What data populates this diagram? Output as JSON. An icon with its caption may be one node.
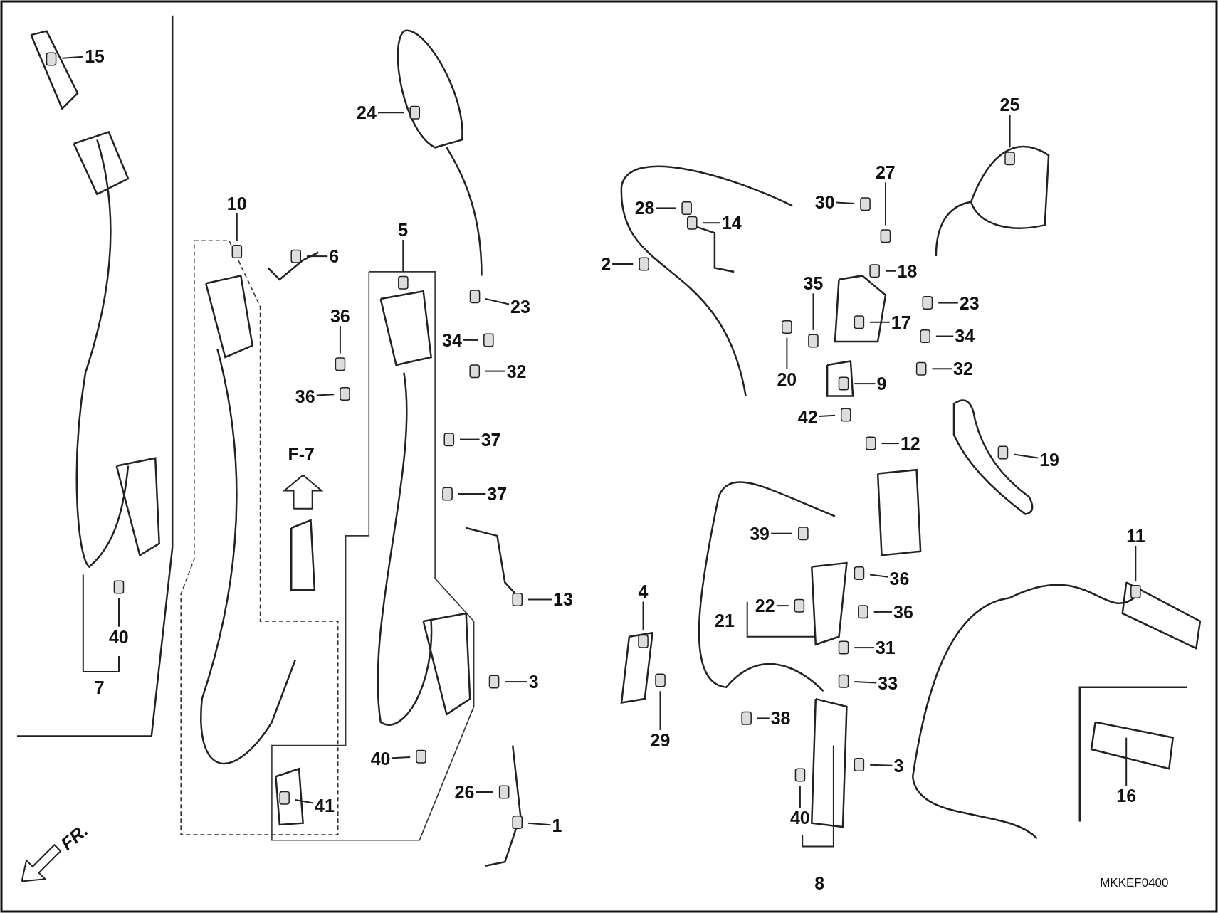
{
  "diagram": {
    "nodes": [
      {
        "text": [
          "15"
        ]
      },
      {
        "text": [
          "24"
        ]
      },
      {
        "text": [
          "25"
        ]
      },
      {
        "text": [
          "27"
        ]
      },
      {
        "text": [
          "30"
        ]
      },
      {
        "text": [
          "28"
        ]
      },
      {
        "text": [
          "14"
        ]
      },
      {
        "text": [
          "10"
        ]
      },
      {
        "text": [
          "5"
        ]
      },
      {
        "text": [
          "6"
        ]
      },
      {
        "text": [
          "2"
        ]
      },
      {
        "text": [
          "18"
        ]
      },
      {
        "text": [
          "35"
        ]
      },
      {
        "text": [
          "23"
        ]
      },
      {
        "text": [
          "23"
        ]
      },
      {
        "text": [
          "36"
        ]
      },
      {
        "text": [
          "17"
        ]
      },
      {
        "text": [
          "34"
        ]
      },
      {
        "text": [
          "34"
        ]
      },
      {
        "text": [
          "32"
        ]
      },
      {
        "text": [
          "32"
        ]
      },
      {
        "text": [
          "20"
        ]
      },
      {
        "text": [
          "9"
        ]
      },
      {
        "text": [
          "36"
        ]
      },
      {
        "text": [
          "42"
        ]
      },
      {
        "text": [
          "37"
        ]
      },
      {
        "text": [
          "12"
        ]
      },
      {
        "text": [
          "19"
        ]
      },
      {
        "text": [
          "37"
        ]
      },
      {
        "text": [
          "39"
        ]
      },
      {
        "text": [
          "11"
        ]
      },
      {
        "text": [
          "36"
        ]
      },
      {
        "text": [
          "4"
        ]
      },
      {
        "text": [
          "13"
        ]
      },
      {
        "text": [
          "22"
        ]
      },
      {
        "text": [
          "36"
        ]
      },
      {
        "text": [
          "31"
        ]
      },
      {
        "text": [
          "40"
        ]
      },
      {
        "text": [
          "3"
        ]
      },
      {
        "text": [
          "33"
        ]
      },
      {
        "text": [
          "38"
        ]
      },
      {
        "text": [
          "29"
        ]
      },
      {
        "text": [
          "40"
        ]
      },
      {
        "text": [
          "3"
        ]
      },
      {
        "text": [
          "26"
        ]
      },
      {
        "text": [
          "16"
        ]
      },
      {
        "text": [
          "41"
        ]
      },
      {
        "text": [
          "40"
        ]
      },
      {
        "text": [
          "1"
        ]
      }
    ],
    "edges": [
      {
        "from": 0,
        "to": null,
        "arrow": "none"
      },
      {
        "from": 1,
        "to": null,
        "arrow": "none"
      },
      {
        "from": 2,
        "to": null,
        "arrow": "none"
      },
      {
        "from": 3,
        "to": null,
        "arrow": "none"
      },
      {
        "from": 4,
        "to": null,
        "arrow": "none"
      },
      {
        "from": 5,
        "to": null,
        "arrow": "none"
      },
      {
        "from": 6,
        "to": null,
        "arrow": "none"
      },
      {
        "from": 7,
        "to": null,
        "arrow": "none"
      },
      {
        "from": 8,
        "to": null,
        "arrow": "none"
      },
      {
        "from": 9,
        "to": null,
        "arrow": "none"
      },
      {
        "from": 10,
        "to": null,
        "arrow": "none"
      },
      {
        "from": 11,
        "to": null,
        "arrow": "none"
      },
      {
        "from": 12,
        "to": null,
        "arrow": "none"
      },
      {
        "from": 13,
        "to": null,
        "arrow": "none"
      },
      {
        "from": 14,
        "to": null,
        "arrow": "none"
      },
      {
        "from": 15,
        "to": null,
        "arrow": "none"
      },
      {
        "from": 16,
        "to": null,
        "arrow": "none"
      },
      {
        "from": 17,
        "to": null,
        "arrow": "none"
      },
      {
        "from": 18,
        "to": null,
        "arrow": "none"
      },
      {
        "from": 19,
        "to": null,
        "arrow": "none"
      },
      {
        "from": 20,
        "to": null,
        "arrow": "none"
      },
      {
        "from": 21,
        "to": null,
        "arrow": "none"
      },
      {
        "from": 22,
        "to": null,
        "arrow": "none"
      },
      {
        "from": 23,
        "to": null,
        "arrow": "none"
      },
      {
        "from": 24,
        "to": null,
        "arrow": "none"
      },
      {
        "from": 25,
        "to": null,
        "arrow": "none"
      },
      {
        "from": 26,
        "to": null,
        "arrow": "none"
      },
      {
        "from": 27,
        "to": null,
        "arrow": "none"
      },
      {
        "from": 28,
        "to": null,
        "arrow": "none"
      },
      {
        "from": 29,
        "to": null,
        "arrow": "none"
      },
      {
        "from": 30,
        "to": null,
        "arrow": "none"
      },
      {
        "from": 31,
        "to": null,
        "arrow": "none"
      },
      {
        "from": 32,
        "to": null,
        "arrow": "none"
      },
      {
        "from": 33,
        "to": null,
        "arrow": "none"
      },
      {
        "from": 34,
        "to": null,
        "arrow": "none"
      },
      {
        "from": 35,
        "to": null,
        "arrow": "none"
      },
      {
        "from": 36,
        "to": null,
        "arrow": "none"
      },
      {
        "from": 37,
        "to": null,
        "arrow": "none"
      },
      {
        "from": 38,
        "to": null,
        "arrow": "none"
      },
      {
        "from": 39,
        "to": null,
        "arrow": "none"
      },
      {
        "from": 40,
        "to": null,
        "arrow": "none"
      },
      {
        "from": 41,
        "to": null,
        "arrow": "none"
      },
      {
        "from": 42,
        "to": null,
        "arrow": "none"
      },
      {
        "from": 43,
        "to": null,
        "arrow": "none"
      },
      {
        "from": 44,
        "to": null,
        "arrow": "none"
      },
      {
        "from": 45,
        "to": null,
        "arrow": "none"
      },
      {
        "from": 46,
        "to": null,
        "arrow": "none"
      },
      {
        "from": 47,
        "to": null,
        "arrow": "none"
      },
      {
        "from": 48,
        "to": null,
        "arrow": "none"
      }
    ],
    "labels": [
      "F-7",
      "21",
      "7",
      "FR.",
      "8",
      "MKKEF0400"
    ]
  }
}
